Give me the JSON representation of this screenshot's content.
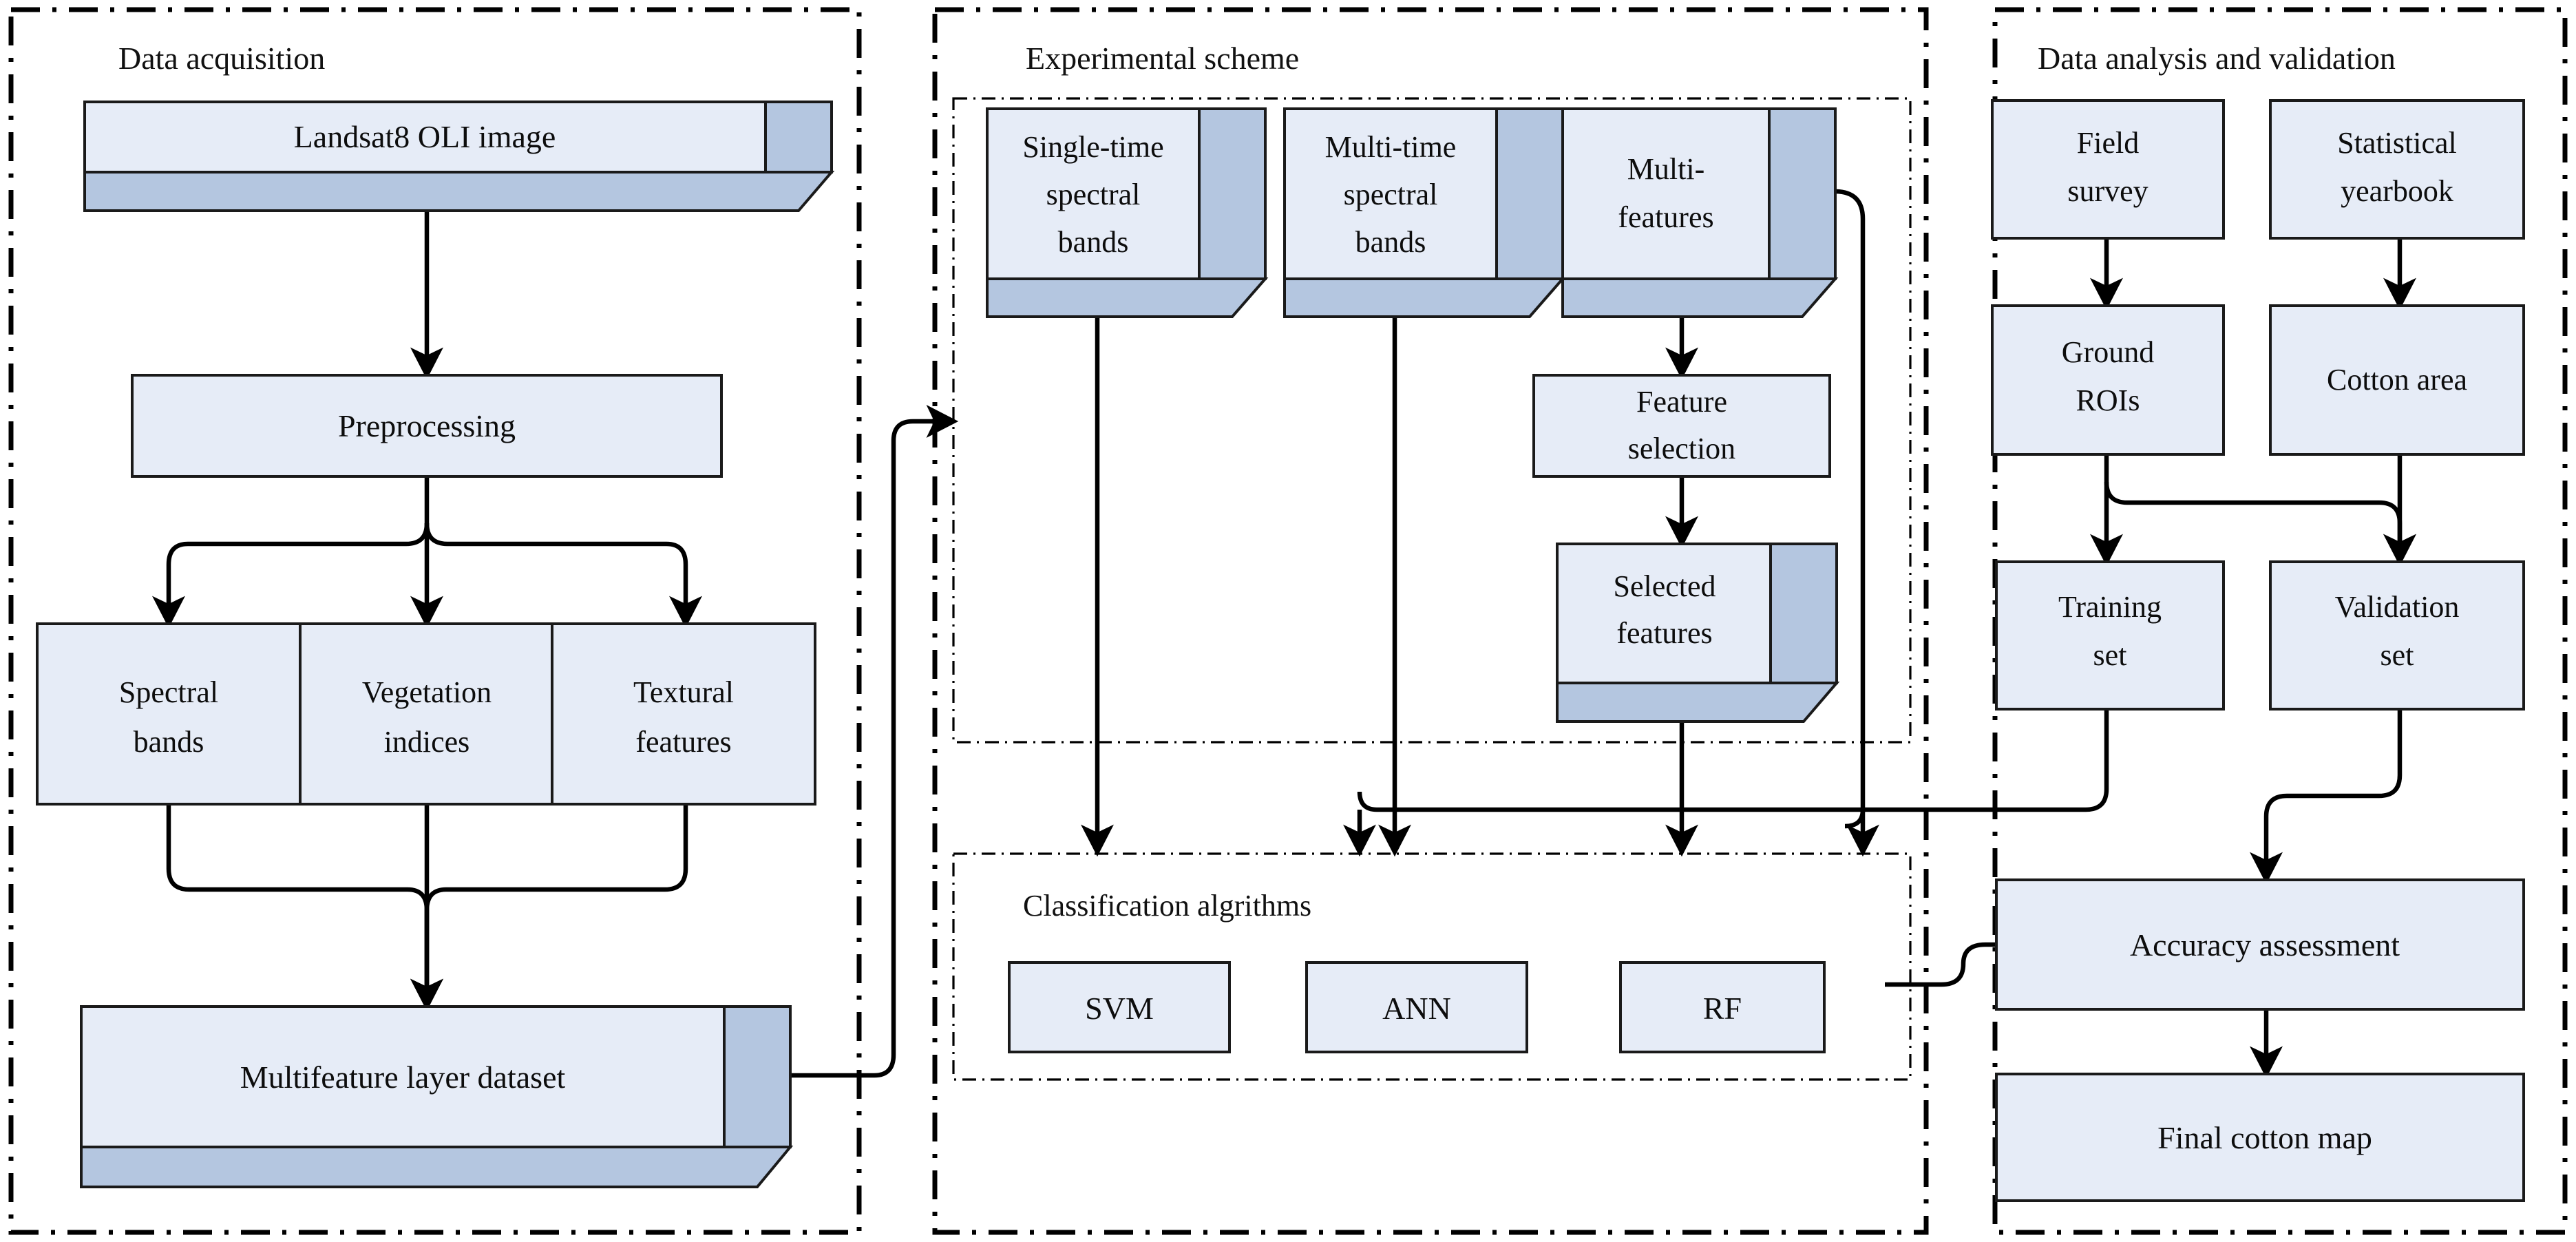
{
  "figure": {
    "type": "flowchart",
    "style": {
      "box_fill": "#e6ecf7",
      "box_side_fill": "#b4c6e0",
      "box_stroke": "#1a1a1a",
      "connector_stroke": "#000000",
      "panel_border": "#000000",
      "background": "#ffffff"
    }
  },
  "panels": [
    {
      "id": "data-acquisition",
      "title": "Data acquisition"
    },
    {
      "id": "experimental-scheme",
      "title": "Experimental scheme"
    },
    {
      "id": "data-analysis",
      "title": "Data analysis and validation"
    }
  ],
  "subpanels": [
    {
      "id": "classification-group",
      "title": "Classification algrithms"
    }
  ],
  "nodes": {
    "landsat": {
      "label": "Landsat8 OLI image",
      "shape": "cube"
    },
    "preprocessing": {
      "label": "Preprocessing",
      "shape": "rect"
    },
    "spectral": {
      "label_line1": "Spectral",
      "label_line2": "bands",
      "shape": "rect"
    },
    "vegetation": {
      "label_line1": "Vegetation",
      "label_line2": "indices",
      "shape": "rect"
    },
    "textural": {
      "label_line1": "Textural",
      "label_line2": "features",
      "shape": "rect"
    },
    "multifeature": {
      "label": "Multifeature layer dataset",
      "shape": "cube"
    },
    "single_time": {
      "label_line1": "Single-time",
      "label_line2": "spectral",
      "label_line3": "bands",
      "shape": "cube"
    },
    "multi_time": {
      "label_line1": "Multi-time",
      "label_line2": "spectral",
      "label_line3": "bands",
      "shape": "cube"
    },
    "multi_features": {
      "label_line1": "Multi-",
      "label_line2": "features",
      "shape": "cube"
    },
    "feature_sel": {
      "label_line1": "Feature",
      "label_line2": "selection",
      "shape": "rect"
    },
    "selected_feat": {
      "label_line1": "Selected",
      "label_line2": "features",
      "shape": "cube"
    },
    "svm": {
      "label": "SVM",
      "shape": "rect"
    },
    "ann": {
      "label": "ANN",
      "shape": "rect"
    },
    "rf": {
      "label": "RF",
      "shape": "rect"
    },
    "field_survey": {
      "label_line1": "Field",
      "label_line2": "survey",
      "shape": "rect"
    },
    "stat_yearbook": {
      "label_line1": "Statistical",
      "label_line2": "yearbook",
      "shape": "rect"
    },
    "ground_rois": {
      "label_line1": "Ground",
      "label_line2": "ROIs",
      "shape": "rect"
    },
    "cotton_area": {
      "label": "Cotton area",
      "shape": "rect"
    },
    "training_set": {
      "label_line1": "Training",
      "label_line2": "set",
      "shape": "rect"
    },
    "validation_set": {
      "label_line1": "Validation",
      "label_line2": "set",
      "shape": "rect"
    },
    "accuracy": {
      "label": "Accuracy assessment",
      "shape": "rect"
    },
    "final_map": {
      "label": "Final cotton map",
      "shape": "rect"
    }
  },
  "edges": [
    {
      "from": "landsat",
      "to": "preprocessing"
    },
    {
      "from": "preprocessing",
      "to": "spectral"
    },
    {
      "from": "preprocessing",
      "to": "vegetation"
    },
    {
      "from": "preprocessing",
      "to": "textural"
    },
    {
      "from": "spectral",
      "to": "multifeature"
    },
    {
      "from": "vegetation",
      "to": "multifeature"
    },
    {
      "from": "textural",
      "to": "multifeature"
    },
    {
      "from": "multifeature",
      "to": "experimental-scheme"
    },
    {
      "from": "single_time",
      "to": "svm"
    },
    {
      "from": "multi_time",
      "to": "ann"
    },
    {
      "from": "multi_features",
      "to": "feature_sel"
    },
    {
      "from": "multi_features",
      "to": "classification-group"
    },
    {
      "from": "feature_sel",
      "to": "selected_feat"
    },
    {
      "from": "selected_feat",
      "to": "rf"
    },
    {
      "from": "field_survey",
      "to": "ground_rois"
    },
    {
      "from": "stat_yearbook",
      "to": "cotton_area"
    },
    {
      "from": "ground_rois",
      "to": "training_set"
    },
    {
      "from": "ground_rois",
      "to": "validation_set"
    },
    {
      "from": "cotton_area",
      "to": "validation_set"
    },
    {
      "from": "training_set",
      "to": "classification-group"
    },
    {
      "from": "validation_set",
      "to": "accuracy"
    },
    {
      "from": "rf",
      "to": "accuracy"
    },
    {
      "from": "accuracy",
      "to": "final_map"
    }
  ]
}
